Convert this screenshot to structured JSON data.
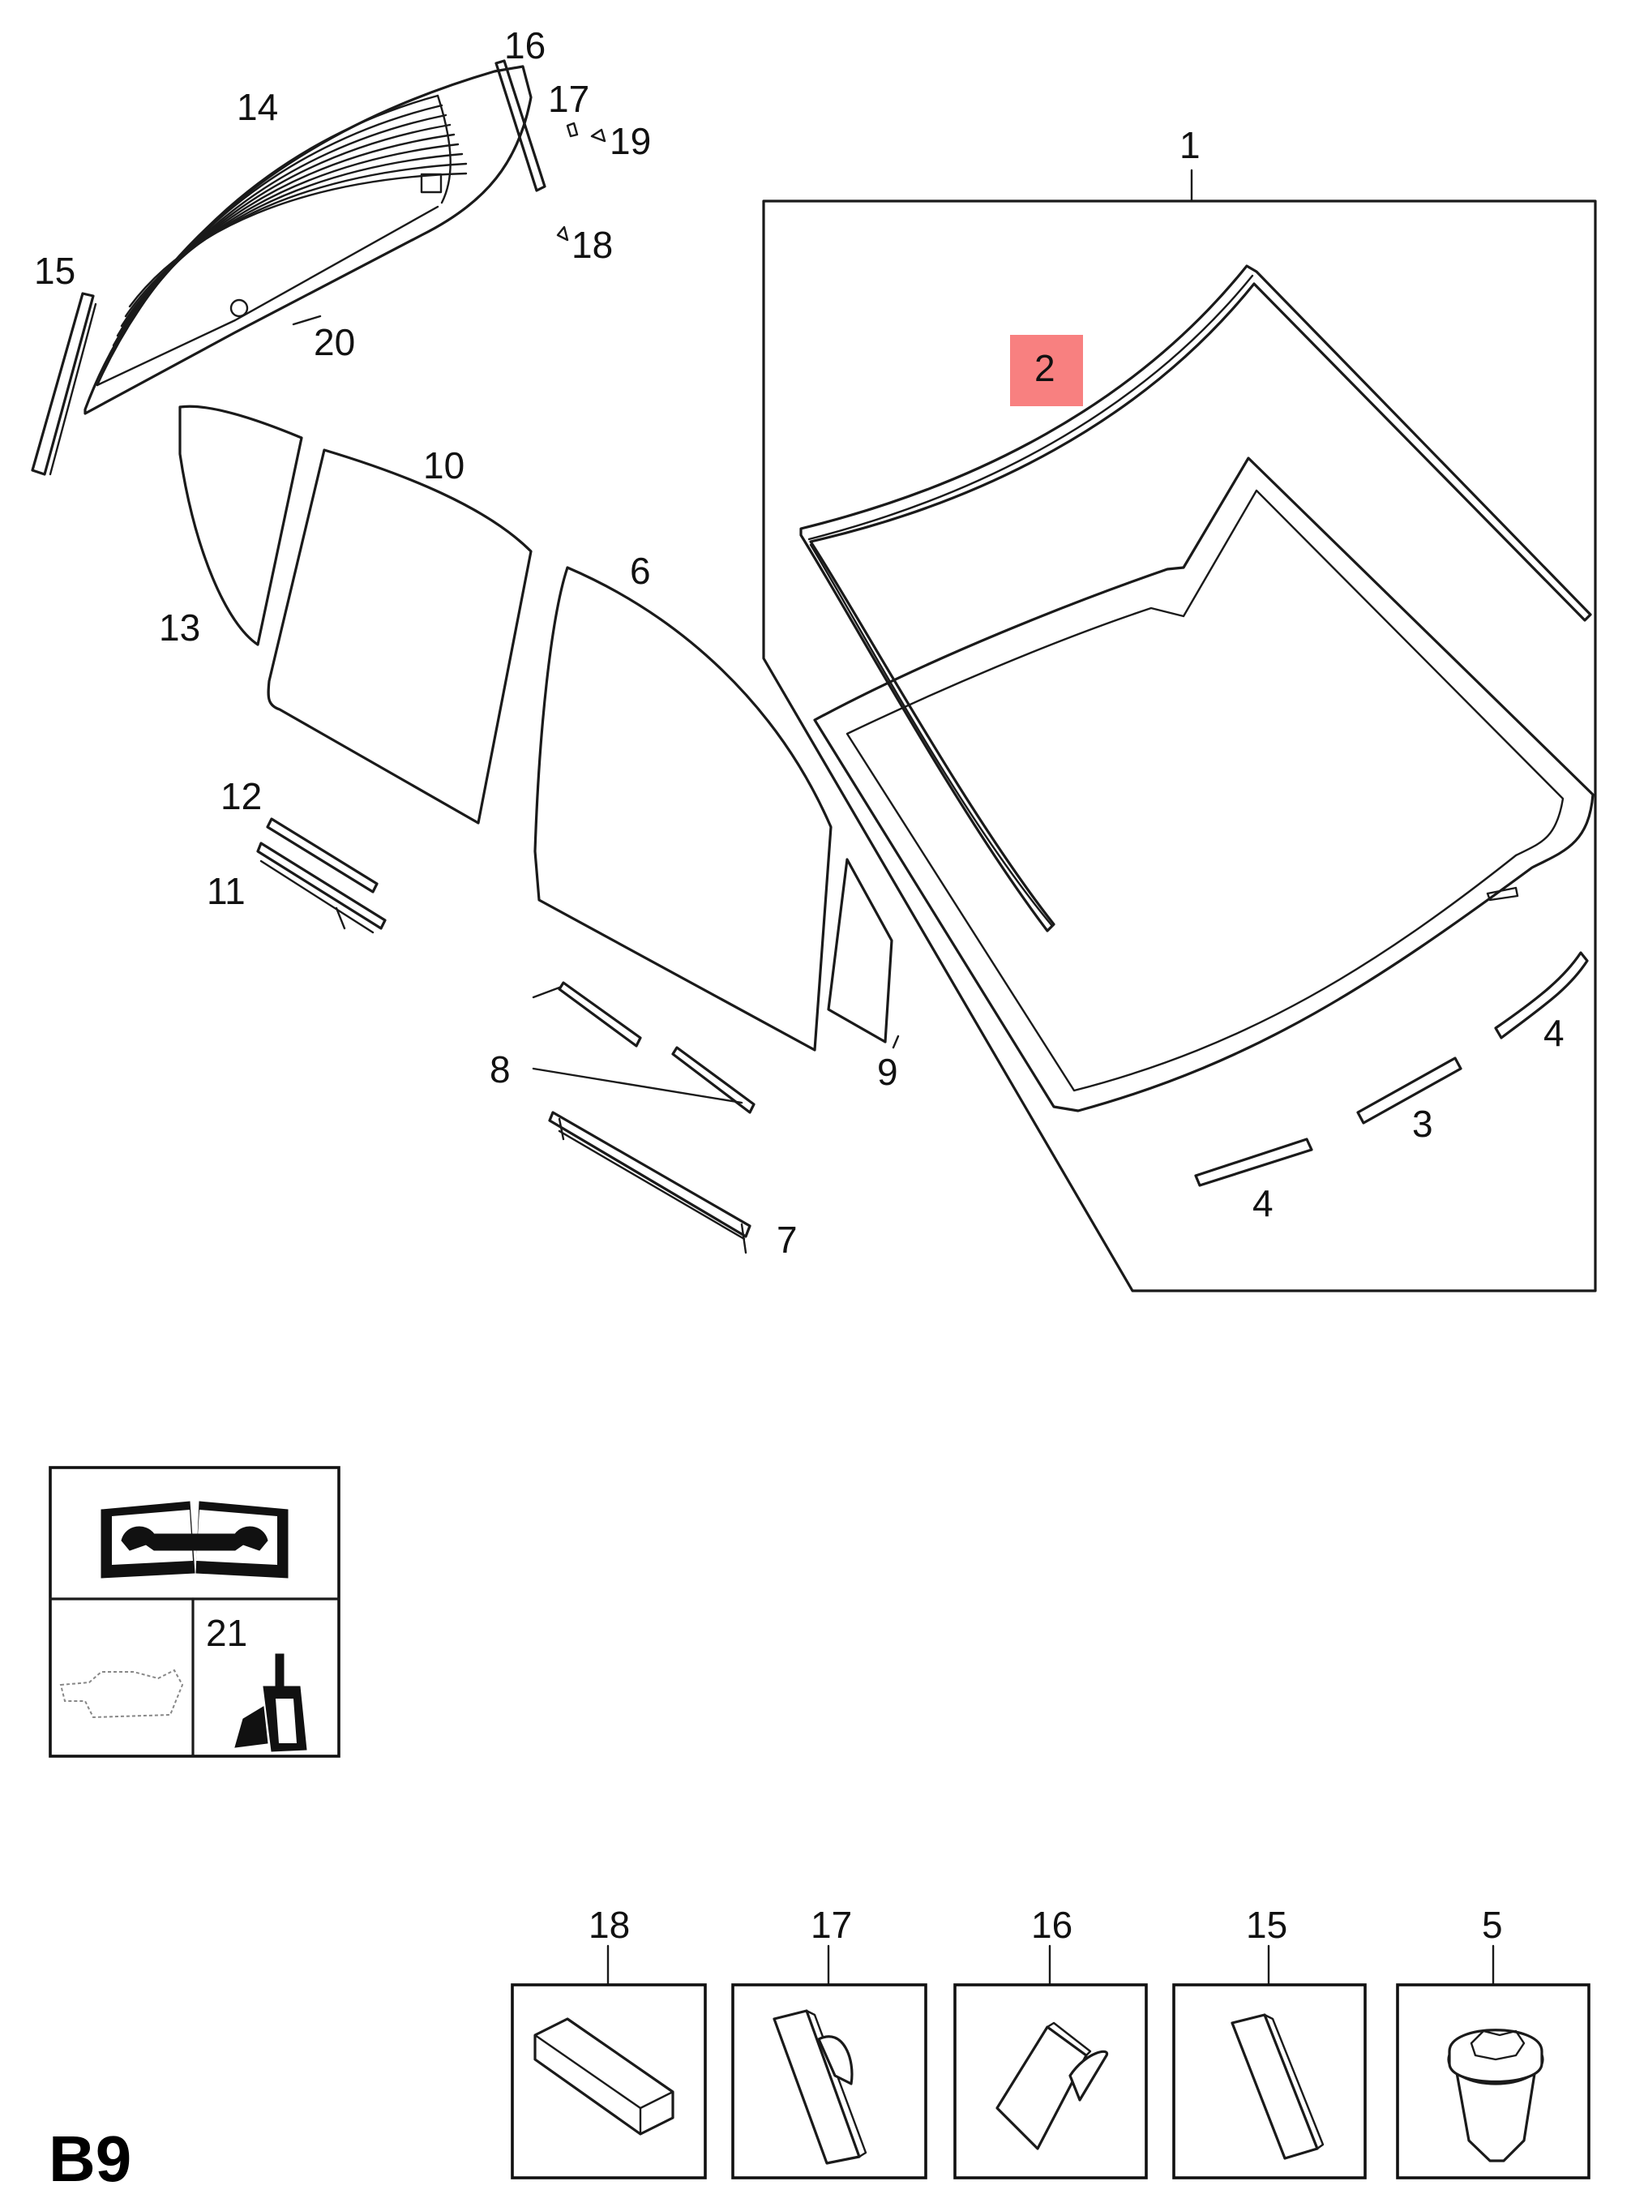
{
  "page_code": "B9",
  "highlight_color": "#f88080",
  "callouts": {
    "c1": "1",
    "c2": "2",
    "c3": "3",
    "c4a": "4",
    "c4b": "4",
    "c6": "6",
    "c7": "7",
    "c8": "8",
    "c9": "9",
    "c10": "10",
    "c11": "11",
    "c12": "12",
    "c13": "13",
    "c14": "14",
    "c15": "15",
    "c16": "16",
    "c17": "17",
    "c18": "18",
    "c19": "19",
    "c20": "20",
    "c21": "21"
  },
  "detail_boxes": {
    "d18": "18",
    "d17": "17",
    "d16": "16",
    "d15": "15",
    "d5": "5"
  },
  "icons": {
    "manual": "repair-manual-wrench-icon",
    "vehicle": "vehicle-outline-icon",
    "adhesive": "adhesive-cartridge-icon"
  }
}
